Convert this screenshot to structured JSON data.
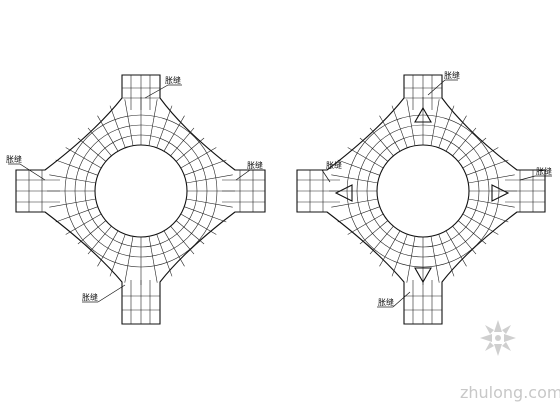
{
  "drawings": [
    {
      "id": "left",
      "labels": [
        "胀缝",
        "胀缝",
        "胀缝",
        "胀缝"
      ]
    },
    {
      "id": "right",
      "labels": [
        "胀缝",
        "胀缝",
        "胀缝",
        "胀缝"
      ]
    }
  ],
  "watermark": {
    "text": "zhulong.com"
  }
}
